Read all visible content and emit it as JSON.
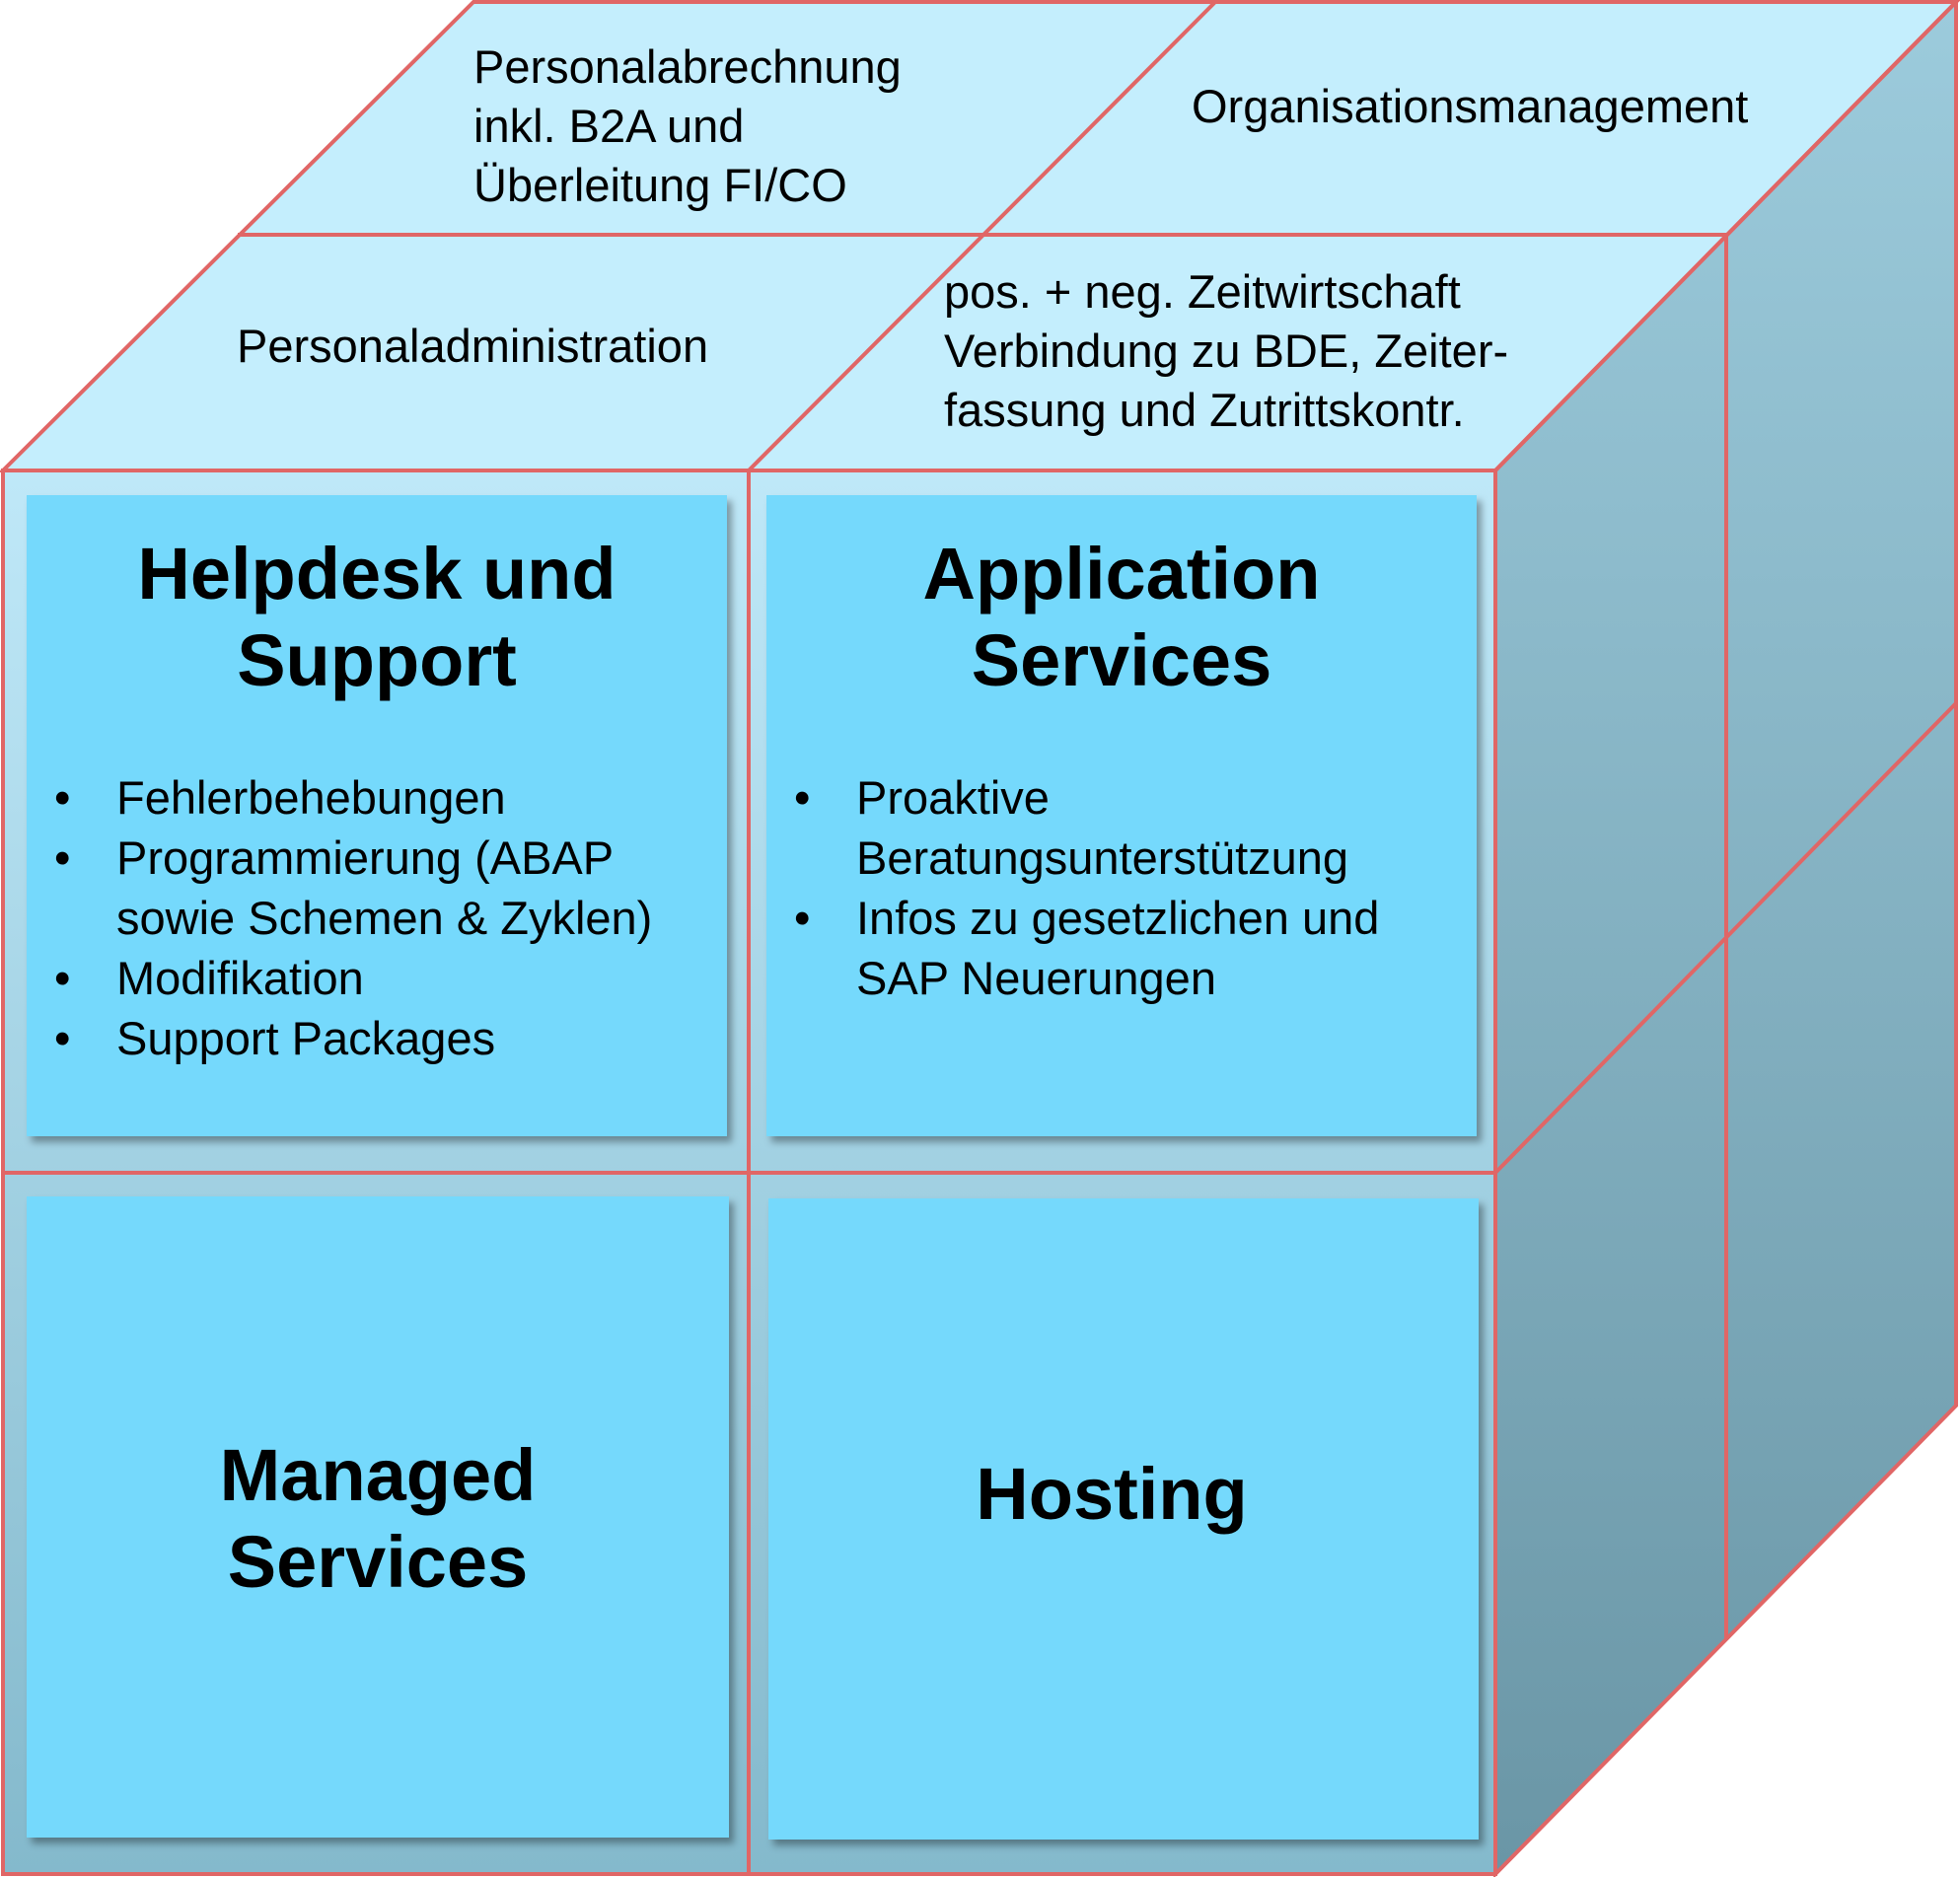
{
  "colors": {
    "edge": "#e06666",
    "top_face": "#c4eefd",
    "front_face": "#b6dff0",
    "right_face_top": "#93c6d8",
    "right_face_bottom": "#6f9dad",
    "card": "#75d9fc"
  },
  "top_labels": {
    "personalabrechnung": "Personalabrechnung\ninkl. B2A und\nÜberleitung FI/CO",
    "organisationsmanagement": "Organisationsmanagement",
    "personaladministration": "Personaladministration",
    "zeitwirtschaft": "pos. + neg. Zeitwirtschaft\nVerbindung zu BDE, Zeiter-\nfassung und Zutrittskontr."
  },
  "cards": {
    "helpdesk": {
      "title": "Helpdesk und\nSupport",
      "items": [
        "Fehlerbehebungen",
        "Programmierung (ABAP sowie Schemen & Zyklen)",
        "Modifikation",
        "Support Packages"
      ]
    },
    "application": {
      "title": "Application\nServices",
      "items": [
        "Proaktive Beratungsunterstützung",
        "Infos zu gesetzlichen und SAP Neuerungen"
      ]
    },
    "managed": {
      "title": "Managed\nServices"
    },
    "hosting": {
      "title": "Hosting"
    }
  }
}
